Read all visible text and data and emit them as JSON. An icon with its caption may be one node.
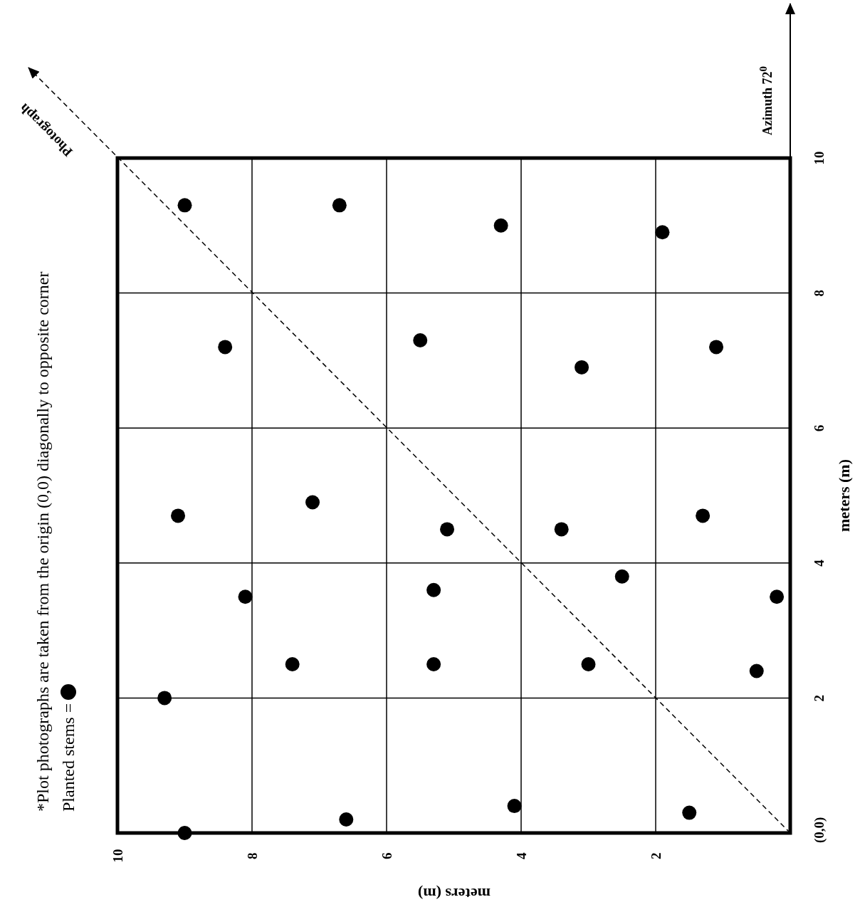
{
  "diagram": {
    "labels": [
      "*Plot photographs are taken from the origin (0,0) diagonally to opposite corner",
      "Azimuth 72$^{0}$",
      "Photograph"
    ],
    "legend": [
      {
        "text": "Planted stems ="
      }
    ],
    "chart_data": {
      "type": "scatter",
      "xlabel": "meters (m)",
      "ylabel": "meters (m)",
      "xlim": [
        10,
        0
      ],
      "ylim": [
        0,
        10
      ],
      "grid": true,
      "xticks": [
        10,
        8,
        6,
        4,
        2
      ],
      "yticks": [
        {
          "value": 0,
          "label": "(0,0)"
        },
        2,
        4,
        6,
        8,
        10
      ],
      "series": [
        {
          "color": "#000000",
          "x": [
            9.0,
            6.6,
            4.1,
            1.5,
            9.3,
            7.4,
            5.3,
            3.0,
            0.5,
            8.1,
            5.3,
            2.5,
            0.2,
            9.1,
            7.1,
            5.1,
            3.4,
            1.3,
            8.4,
            5.5,
            3.1,
            1.1,
            9.0,
            6.7,
            4.3,
            1.9
          ],
          "values": [
            0.0,
            0.2,
            0.4,
            0.3,
            2.0,
            2.5,
            2.5,
            2.5,
            2.4,
            3.5,
            3.6,
            3.8,
            3.5,
            4.7,
            4.9,
            4.5,
            4.5,
            4.7,
            7.2,
            7.3,
            6.9,
            7.2,
            9.3,
            9.3,
            9.0,
            8.9
          ]
        }
      ]
    }
  }
}
